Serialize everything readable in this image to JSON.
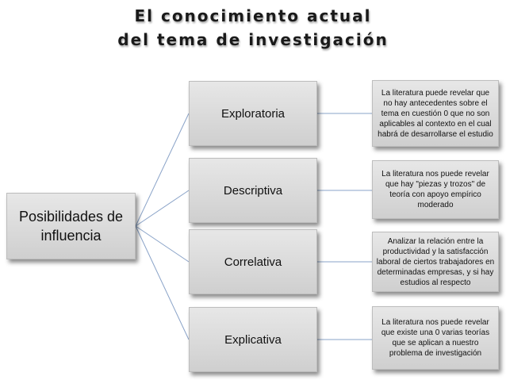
{
  "title": {
    "line1": "El conocimiento actual",
    "line2": "del tema de investigación"
  },
  "root": {
    "label": "Posibilidades de influencia"
  },
  "branches": [
    {
      "label": "Exploratoria",
      "note": "La literatura puede revelar que no hay antecedentes sobre el tema en cuestión 0 que no son aplicables al contexto en el cual habrá de desarrollarse el estudio"
    },
    {
      "label": "Descriptiva",
      "note": "La literatura nos puede revelar que hay \"piezas y trozos\" de teoría con apoyo empírico moderado"
    },
    {
      "label": "Correlativa",
      "note": "Analizar la relación entre la productividad y la satisfacción laboral de ciertos trabajadores en determinadas empresas, y si hay estudios al respecto"
    },
    {
      "label": "Explicativa",
      "note": "La literatura nos puede revelar que existe una 0 varias teorías que se aplican a nuestro problema de investigación"
    }
  ],
  "colors": {
    "connector": "#8aa3c8",
    "box": "#dcdcdc"
  }
}
